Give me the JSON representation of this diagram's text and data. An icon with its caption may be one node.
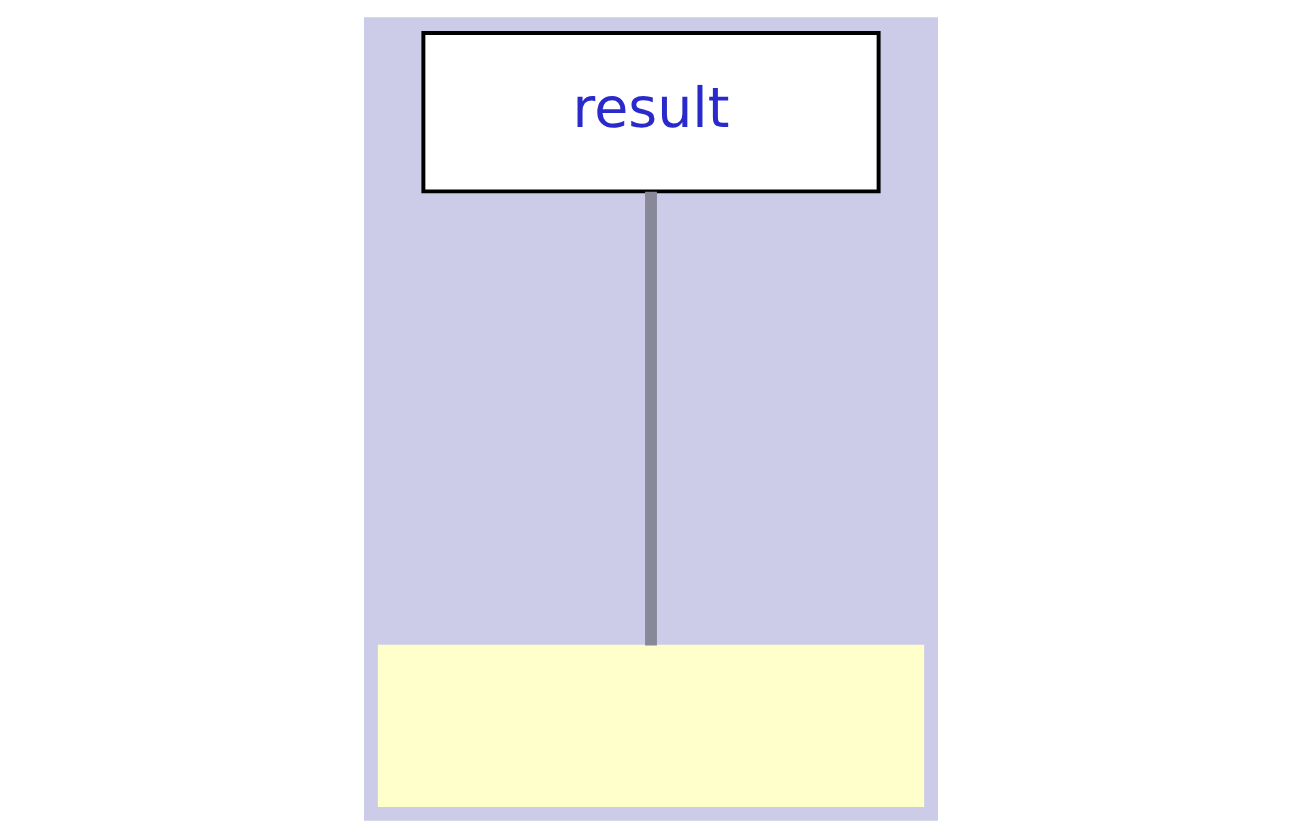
{
  "diagram": {
    "nodes": [
      {
        "text": [
          "result"
        ]
      },
      {
        "text": [],
        "shape": "box"
      }
    ],
    "edges": [
      {
        "from": 0,
        "to": 1,
        "arrow": "none"
      }
    ]
  }
}
